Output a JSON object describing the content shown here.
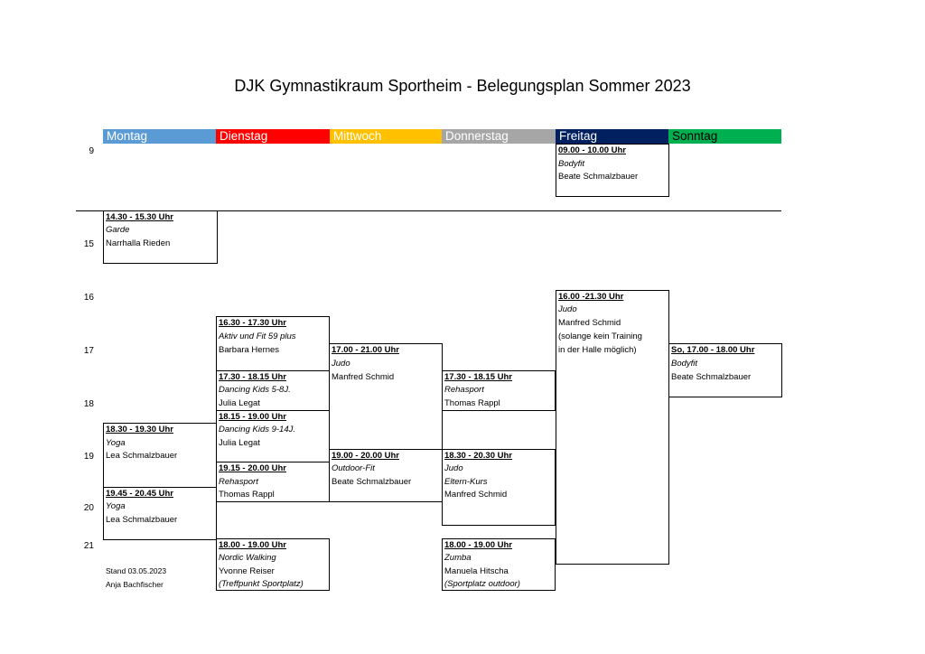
{
  "title": "DJK  Gymnastikraum Sportheim - Belegungsplan Sommer 2023",
  "days": [
    {
      "label": "Montag",
      "color": "#5B9BD5"
    },
    {
      "label": "Dienstag",
      "color": "#FF0000"
    },
    {
      "label": "Mittwoch",
      "color": "#FFC000"
    },
    {
      "label": "Donnerstag",
      "color": "#A6A6A6"
    },
    {
      "label": "Freitag",
      "color": "#002060"
    },
    {
      "label": "Sonntag",
      "color": "#00B050"
    }
  ],
  "hours": [
    "9",
    "15",
    "16",
    "17",
    "18",
    "19",
    "20",
    "21"
  ],
  "entries": {
    "fr_bodyfit": {
      "time": "09.00 - 10.00 Uhr",
      "course": "Bodyfit",
      "trainer": "Beate Schmalzbauer"
    },
    "mo_garde": {
      "time": "14.30 - 15.30 Uhr",
      "course": "Garde",
      "trainer": "Narrhalla Rieden"
    },
    "fr_judo": {
      "time": "16.00 -21.30 Uhr",
      "course": "Judo",
      "trainer": "Manfred Schmid",
      "note1": "(solange kein Training",
      "note2": "in der Halle möglich)"
    },
    "di_aktiv": {
      "time": "16.30 - 17.30 Uhr",
      "course": "Aktiv und Fit 59 plus",
      "trainer": "Barbara Hernes"
    },
    "mi_judo": {
      "time": "17.00 - 21.00 Uhr",
      "course": "Judo",
      "trainer": "Manfred Schmid"
    },
    "so_bodyfit": {
      "time": "So, 17.00 - 18.00 Uhr",
      "course": "Bodyfit",
      "trainer": "Beate Schmalzbauer"
    },
    "di_dancing1": {
      "time": "17.30 - 18.15 Uhr",
      "course": "Dancing Kids 5-8J.",
      "trainer": "Julia Legat"
    },
    "do_reha": {
      "time": "17.30 - 18.15 Uhr",
      "course": "Rehasport",
      "trainer": "Thomas Rappl"
    },
    "di_dancing2": {
      "time": "18.15 - 19.00 Uhr",
      "course": "Dancing Kids 9-14J.",
      "trainer": "Julia Legat"
    },
    "mo_yoga1": {
      "time": "18.30 - 19.30 Uhr",
      "course": "Yoga",
      "trainer": "Lea Schmalzbauer"
    },
    "mi_outdoor": {
      "time": "19.00 - 20.00 Uhr",
      "course": "Outdoor-Fit",
      "trainer": "Beate Schmalzbauer"
    },
    "do_judo": {
      "time": "18.30 - 20.30 Uhr",
      "course": "Judo",
      "course2": "Eltern-Kurs",
      "trainer": "Manfred Schmid"
    },
    "di_reha": {
      "time": "19.15 - 20.00 Uhr",
      "course": "Rehasport",
      "trainer": "Thomas Rappl"
    },
    "mo_yoga2": {
      "time": "19.45 - 20.45 Uhr",
      "course": "Yoga",
      "trainer": "Lea Schmalzbauer"
    },
    "di_walking": {
      "time": "18.00 - 19.00 Uhr",
      "course": "Nordic Walking",
      "trainer": "Yvonne Reiser",
      "note": "(Treffpunkt Sportplatz)"
    },
    "do_zumba": {
      "time": "18.00 - 19.00 Uhr",
      "course": "Zumba",
      "trainer": "Manuela Hitscha",
      "note": "(Sportplatz outdoor)"
    }
  },
  "footer": {
    "stand": "Stand 03.05.2023",
    "author": "Anja Bachfischer"
  }
}
